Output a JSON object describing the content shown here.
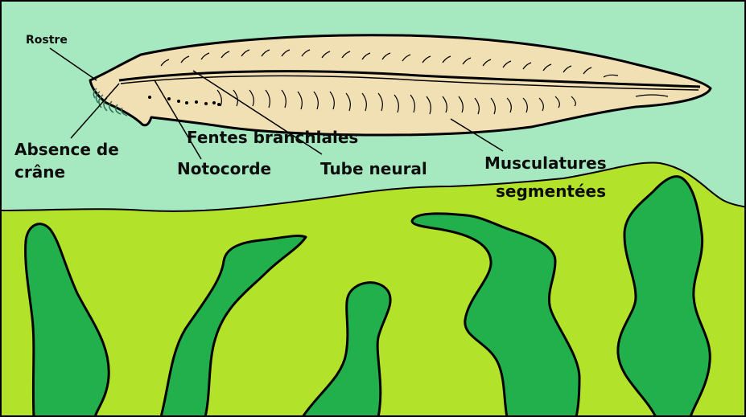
{
  "diagram": {
    "labels": {
      "rostre": "Rostre",
      "absence_crane_line1": "Absence de",
      "absence_crane_line2": "crâne",
      "fentes_branchiales": "Fentes branchiales",
      "notocorde": "Notocorde",
      "tube_neural": "Tube neural",
      "musculatures_line1": "Musculatures",
      "musculatures_line2": "segmentées"
    },
    "colors": {
      "water": "#a6e8bf",
      "sand": "#b3e22a",
      "seaweed": "#22b04c",
      "body": "#f2e0b5",
      "outline": "#000000",
      "text": "#0d0d0d"
    },
    "icons": [
      "lancelet-body",
      "seaweed",
      "leader-line"
    ]
  }
}
